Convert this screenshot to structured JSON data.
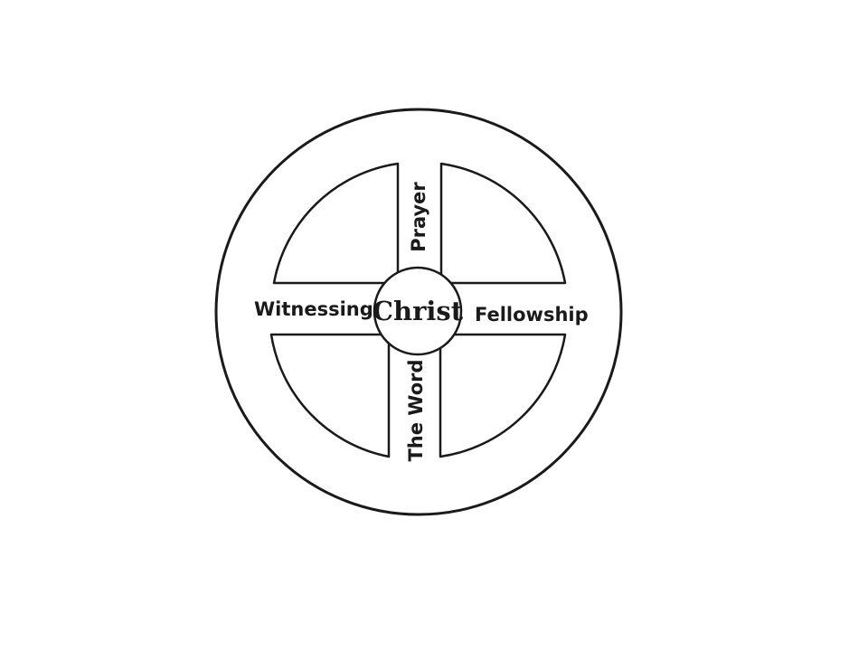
{
  "diagram": {
    "center": "Christ",
    "top": "Prayer",
    "bottom": "The Word",
    "left": "Witnessing",
    "right": "Fellowship",
    "stroke_color": "#1a1a1a",
    "background_color": "#ffffff"
  }
}
